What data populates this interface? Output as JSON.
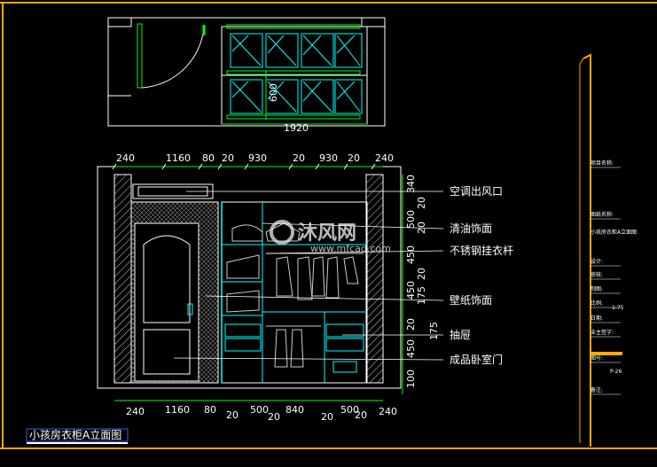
{
  "plan": {
    "width_label": "1920",
    "depth_label": "600"
  },
  "dims_top": [
    "240",
    "1160",
    "80",
    "20",
    "930",
    "20",
    "930",
    "20",
    "240"
  ],
  "dims_bottom": [
    "240",
    "1160",
    "80",
    "20",
    "500",
    "20",
    "840",
    "20",
    "500",
    "20",
    "240"
  ],
  "dims_right": [
    "340",
    "20",
    "500",
    "20",
    "450",
    "20",
    "450",
    "175",
    "20",
    "175",
    "450",
    "100"
  ],
  "labels": [
    "空调出风口",
    "清油饰面",
    "不锈钢挂衣杆",
    "壁纸饰面",
    "抽屉",
    "成品卧室门"
  ],
  "drawing_title": "小孩房衣柜A立面图",
  "title_block": {
    "fields": [
      "项目名称:",
      "图纸名称:",
      "设计:",
      "审核:",
      "制图:",
      "比例:",
      "日期:",
      "业主签字:",
      "图号:",
      "备注:"
    ],
    "values": {
      "drawing_name": "小孩房衣柜A立面图",
      "scale": "1:75",
      "sheet": "P-26"
    }
  },
  "watermark": {
    "logo": "沐风网",
    "url": "www.mfcad.com"
  },
  "colors": {
    "background": "#000000",
    "lines": "#ffffff",
    "dimension": "#00ff00",
    "cyan": "#00ffff",
    "frame": "#ffaa00",
    "title_box": "#3a5cff"
  }
}
